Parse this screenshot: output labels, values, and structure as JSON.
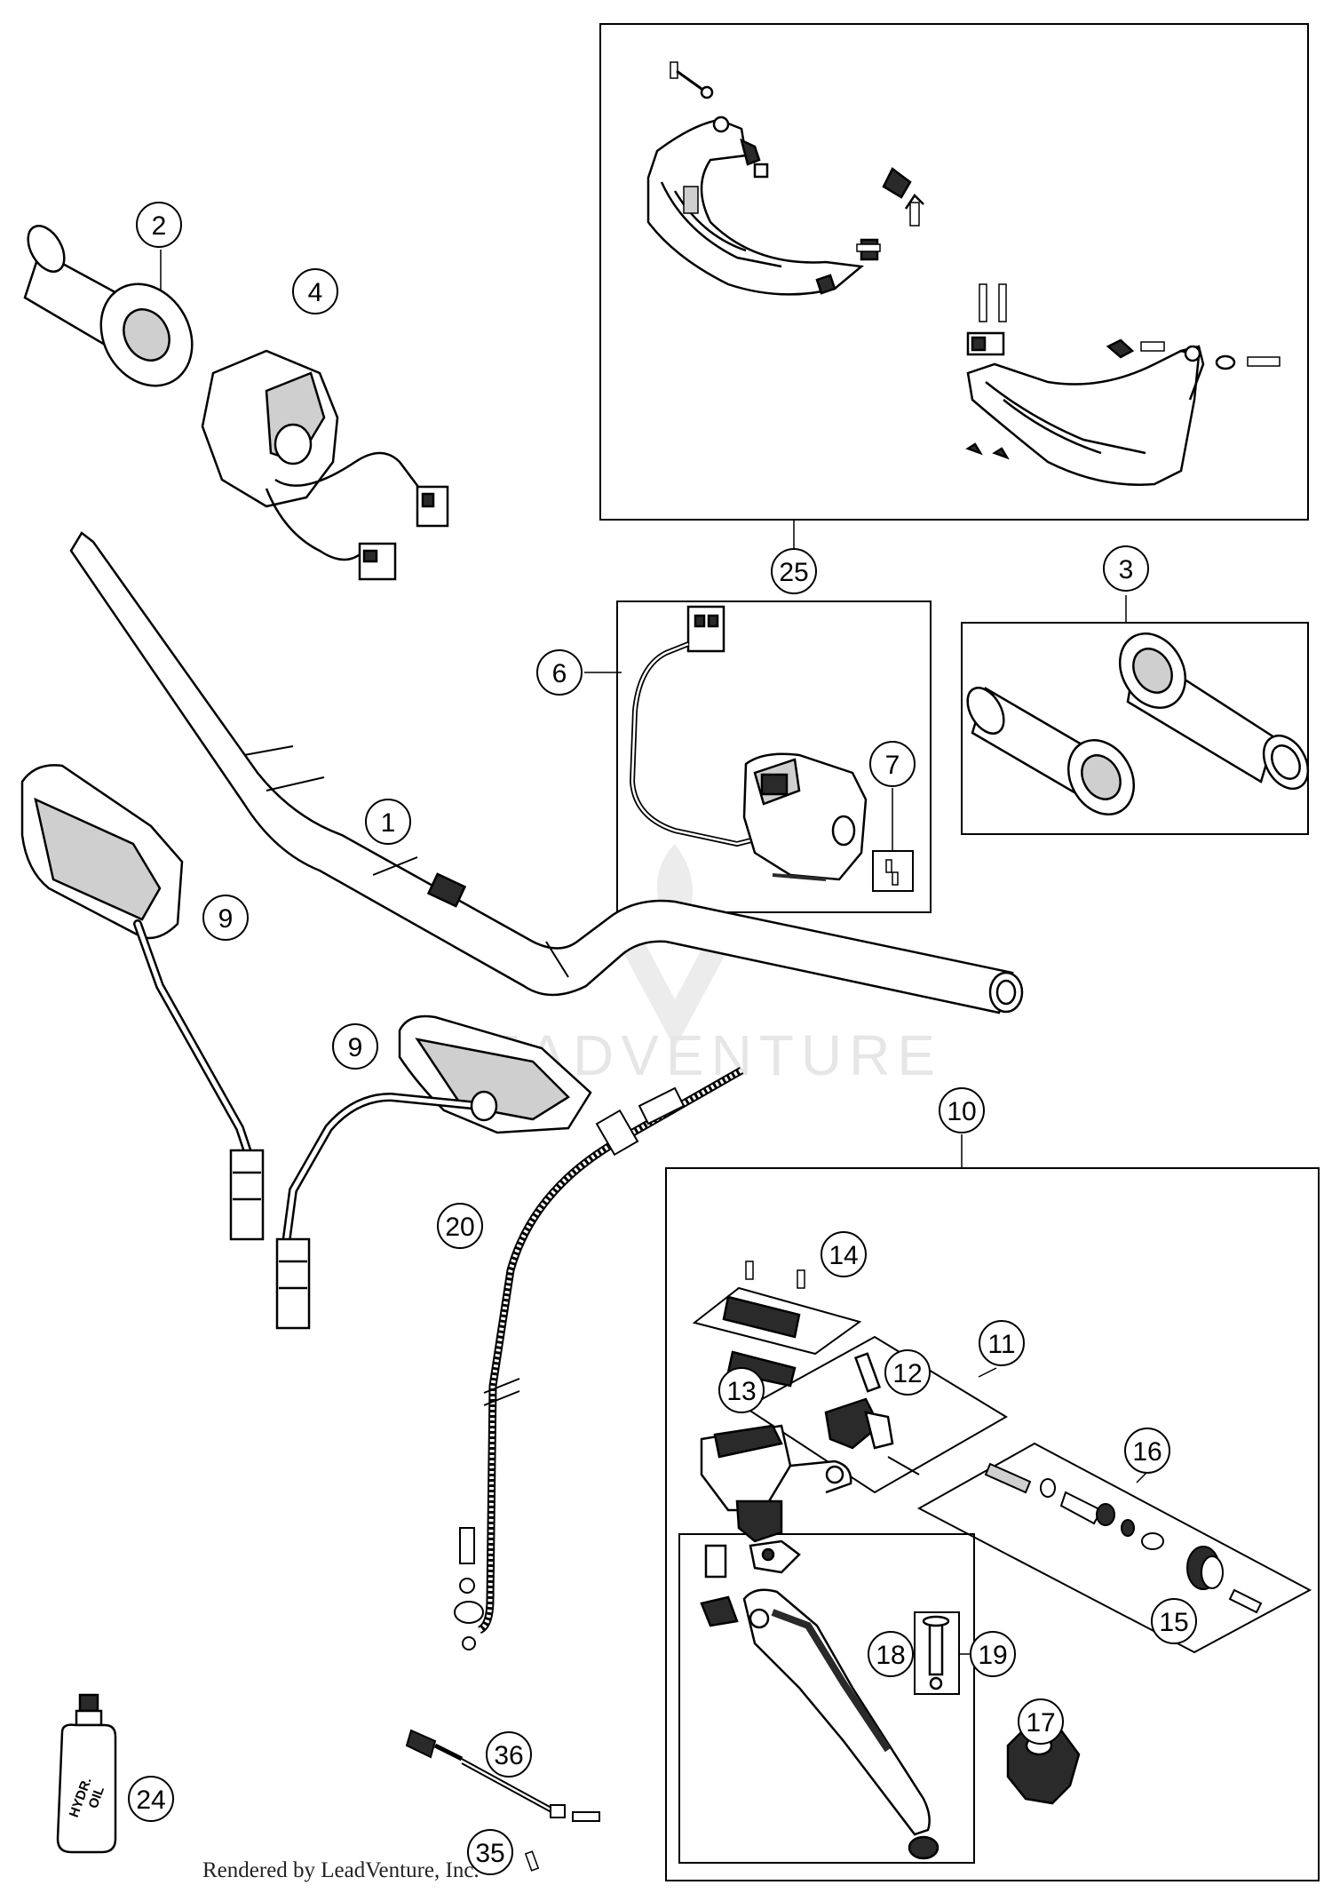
{
  "diagram": {
    "callouts": [
      "1",
      "2",
      "3",
      "4",
      "6",
      "7",
      "9",
      "9",
      "10",
      "11",
      "12",
      "13",
      "14",
      "15",
      "16",
      "17",
      "18",
      "19",
      "20",
      "24",
      "25",
      "35",
      "36"
    ],
    "oil_label_line1": "HYDR.",
    "oil_label_line2": "OIL",
    "watermark": "LEADVENTURE",
    "footer": "Rendered by LeadVenture, Inc.",
    "colors": {
      "line": "#000000",
      "fill": "#ffffff",
      "shade": "#cfcfcf",
      "dark": "#2a2a2a",
      "watermark": "#e6e6e6"
    }
  }
}
